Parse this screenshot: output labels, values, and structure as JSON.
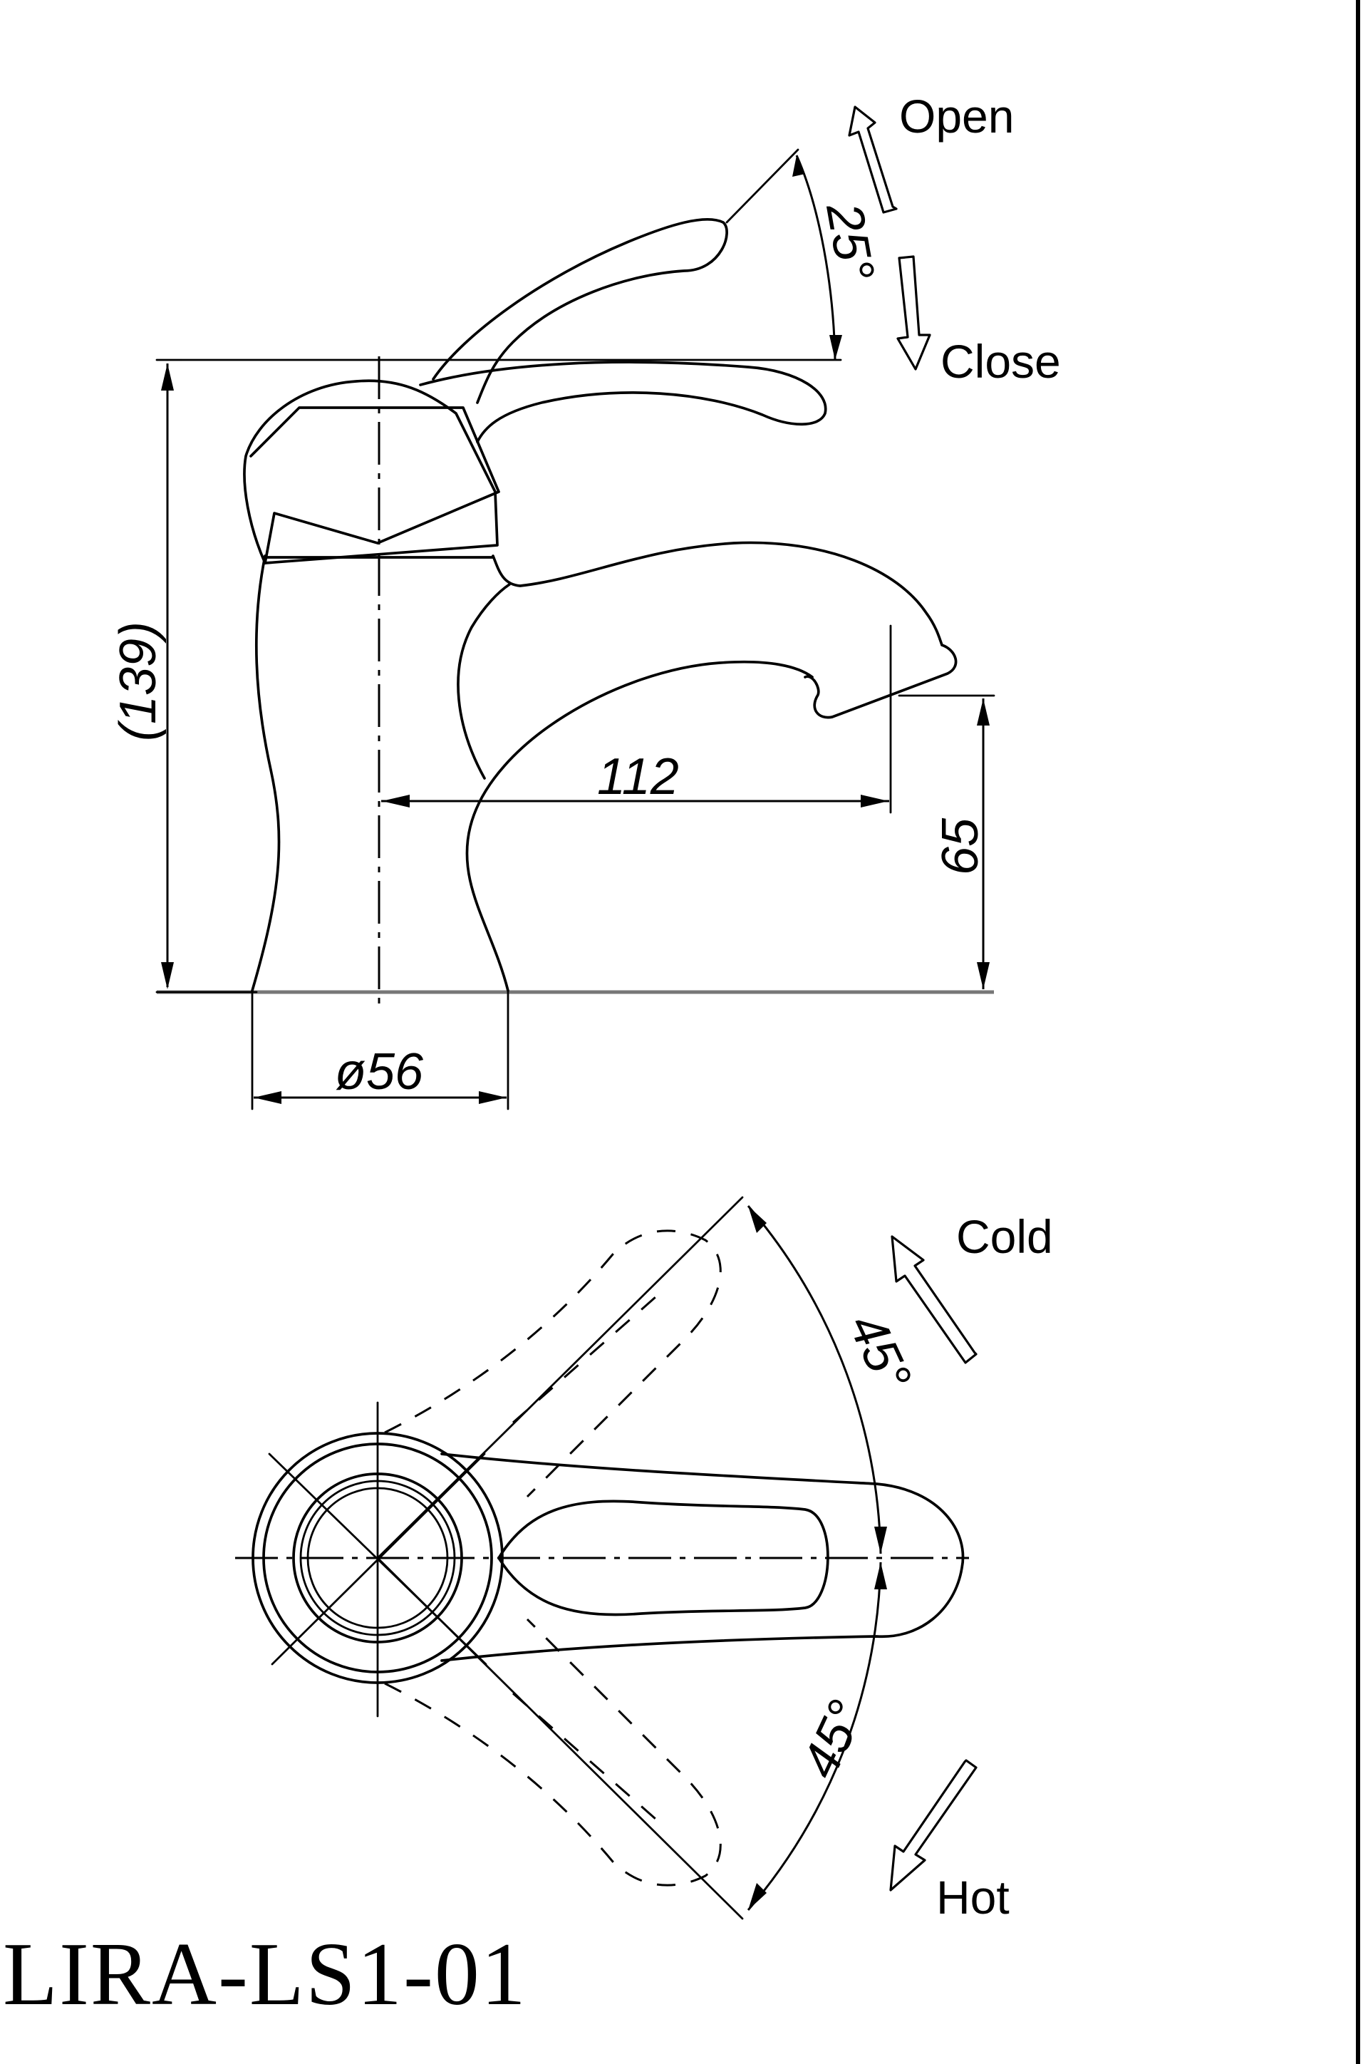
{
  "labels": {
    "open": "Open",
    "close": "Close",
    "cold": "Cold",
    "hot": "Hot"
  },
  "dimensions": {
    "lever_angle": "25°",
    "height": "(139)",
    "reach": "112",
    "spout_height": "65",
    "base_diameter": "ø56",
    "swing_cold": "45°",
    "swing_hot": "45°"
  },
  "model_code": "LIRA-LS1-01"
}
